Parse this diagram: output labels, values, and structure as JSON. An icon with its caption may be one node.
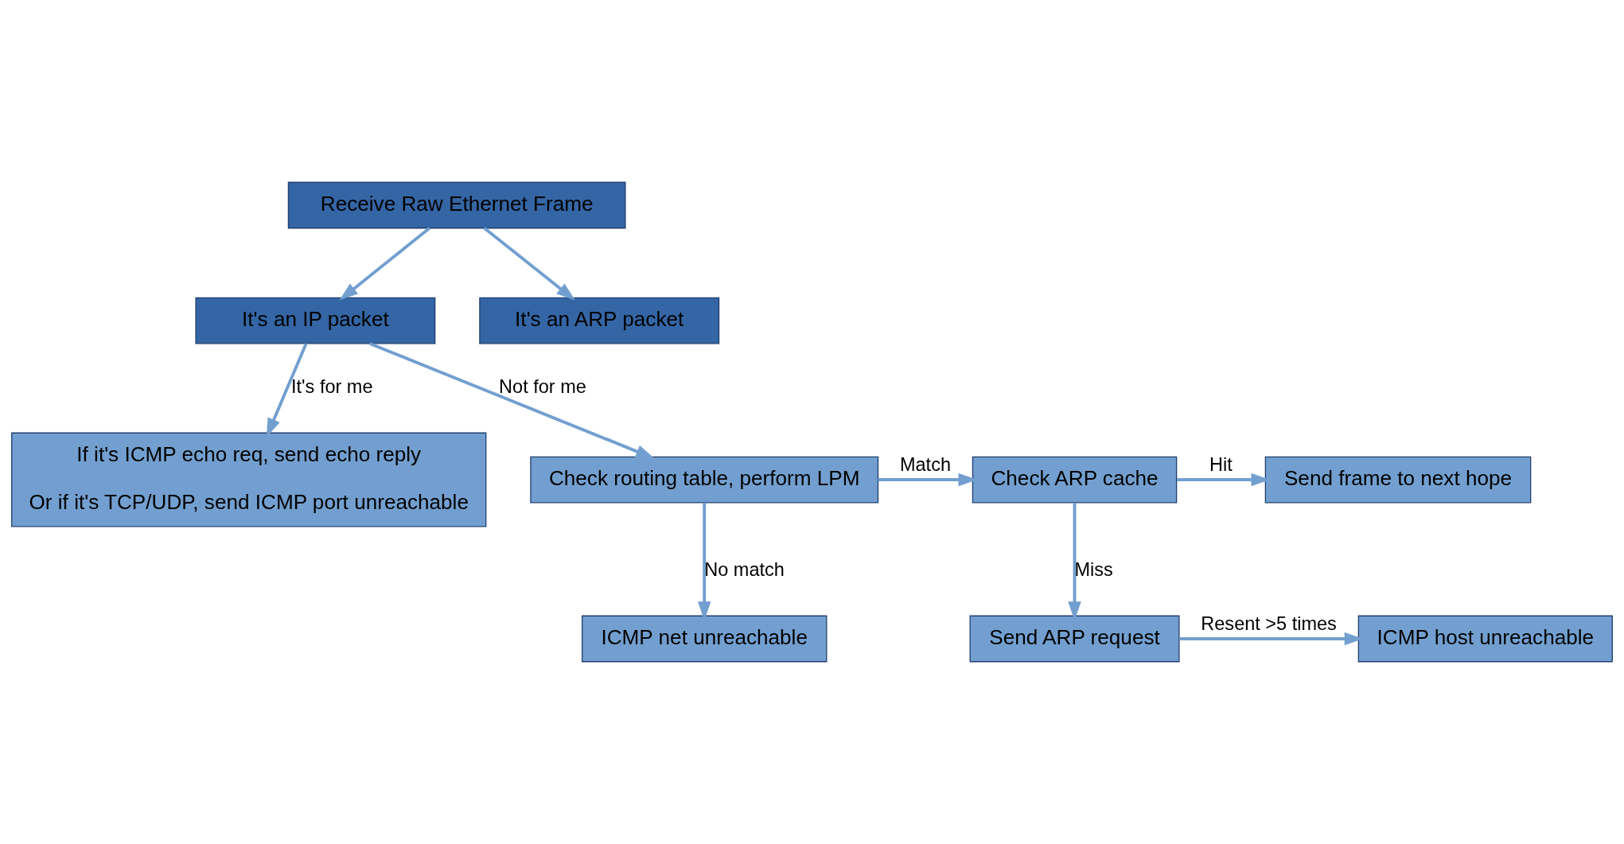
{
  "diagram": {
    "nodes": [
      {
        "text": [
          "Receive Raw Ethernet Frame"
        ]
      },
      {
        "text": [
          "It's an IP packet"
        ]
      },
      {
        "text": [
          "It's an ARP packet"
        ]
      },
      {
        "text": [
          "If it's ICMP echo req, send echo reply",
          "Or if it's TCP/UDP, send ICMP port unreachable"
        ]
      },
      {
        "text": [
          "Check routing table, perform LPM"
        ]
      },
      {
        "text": [
          "Check ARP cache"
        ]
      },
      {
        "text": [
          "Send frame to next hope"
        ]
      },
      {
        "text": [
          "ICMP net unreachable"
        ]
      },
      {
        "text": [
          "Send ARP request"
        ]
      },
      {
        "text": [
          "ICMP host unreachable"
        ]
      }
    ],
    "edges": [
      {
        "from": 0,
        "to": 1,
        "arrow": "to"
      },
      {
        "from": 0,
        "to": 2,
        "arrow": "to"
      },
      {
        "from": 1,
        "to": 3,
        "arrow": "to",
        "label": "It's for me"
      },
      {
        "from": 1,
        "to": 4,
        "arrow": "to",
        "label": "Not for me"
      },
      {
        "from": 4,
        "to": 5,
        "arrow": "to",
        "label": "Match"
      },
      {
        "from": 5,
        "to": 6,
        "arrow": "to",
        "label": "Hit"
      },
      {
        "from": 4,
        "to": 7,
        "arrow": "to",
        "label": "No match"
      },
      {
        "from": 5,
        "to": 8,
        "arrow": "to",
        "label": "Miss"
      },
      {
        "from": 8,
        "to": 9,
        "arrow": "to",
        "label": "Resent >5 times"
      }
    ]
  }
}
